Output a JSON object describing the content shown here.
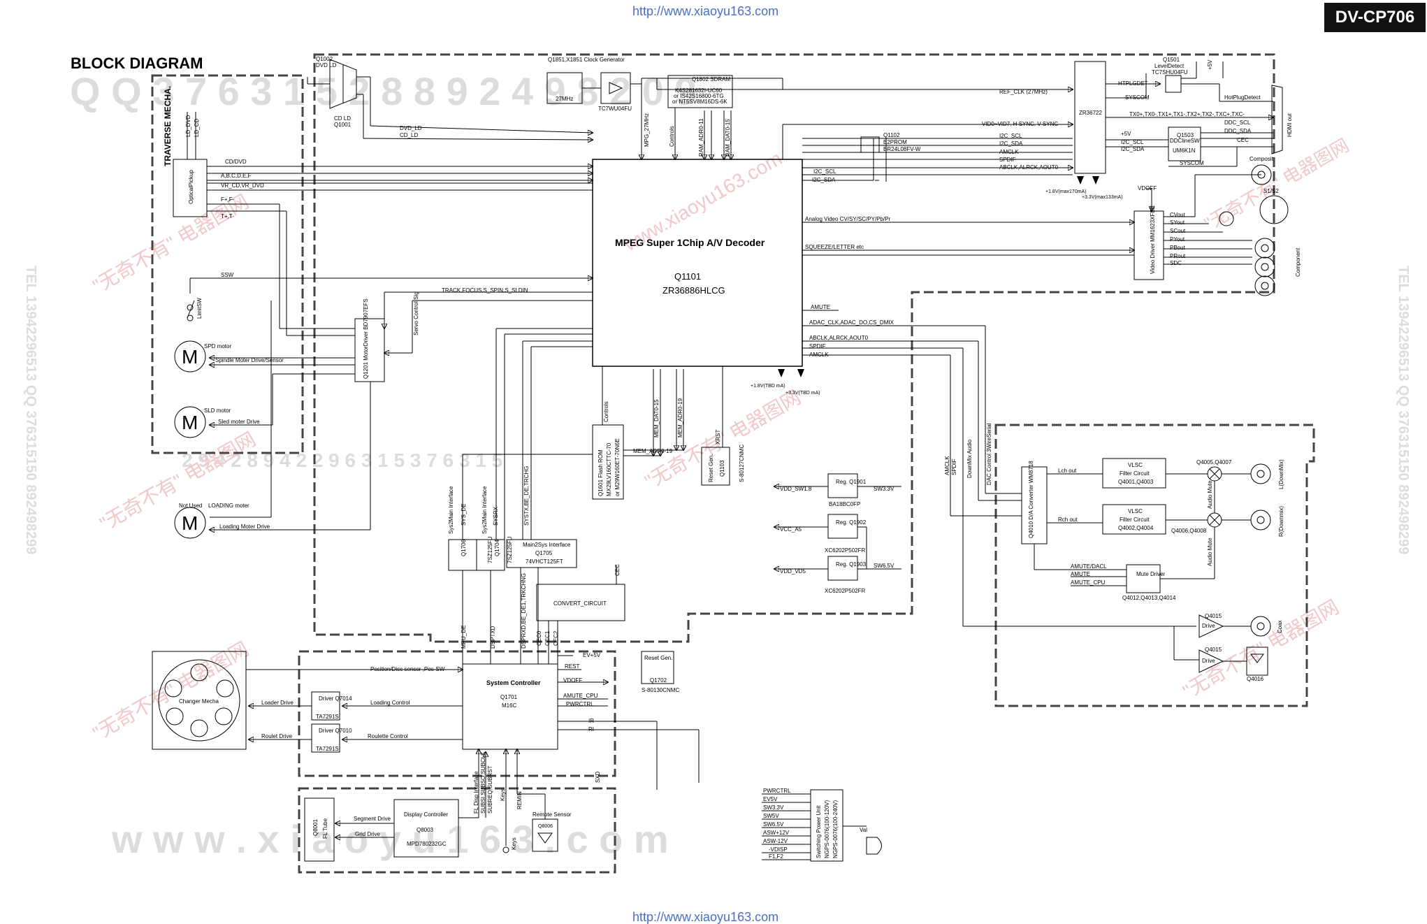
{
  "header": {
    "url_top": "http://www.xiaoyu163.com",
    "url_bottom": "http://www.xiaoyu163.com",
    "model": "DV-CP706",
    "title": "BLOCK DIAGRAM"
  },
  "watermark": {
    "row1": "Q Q 3 7 6 3 1 5 2 8 8 9 2 4 9 8 2 0 9",
    "row2": "2 9 4 2 8 9 4 2 2 9 6 3 1 5 3 7 6 3 1 5",
    "row3": "w w w . x i a o y u 1 6 3 . c o m",
    "cn1": "\"无奇不有\" 电器图网",
    "cn2": "www.xiaoyu163.com",
    "side_left": "TEL 13942296513 QQ 376315150 892498299",
    "side_right": "TEL 13942296513 QQ 376315150 892498299"
  },
  "sections": {
    "traverse": "TRAVERSE MECHA.",
    "changer": "Changer Mecha"
  },
  "main_chip": {
    "title": "MPEG Super 1Chip A/V Decoder",
    "ref": "Q1101",
    "part": "ZR36886HLCG"
  },
  "labels": {
    "q1002": "Q1002",
    "dvd_ld": "DVD LD",
    "cd_ld": "CD LD",
    "q1001": "Q1001",
    "ld_dvd": "LD_DVD",
    "ld_cd": "LD_CD",
    "cd_dvd": "CD/DVD",
    "abcdef": "A,B,C,D,E,F",
    "vr": "VR_CD,VR_DVD",
    "ff": "F+,F-",
    "tt": "T+,T-",
    "optical_pickup": "OpticalPickup",
    "dvd_ld_line": "DVD_LD",
    "cd_ld_line": "CD_LD",
    "ssw": "SSW",
    "limit_sw": "LimitSW",
    "spd_motor": "SPD motor",
    "spindle_drive": "Spindle Moter Drive/Sensor",
    "sld_motor": "SLD motor",
    "sled_drive": "Sled moter Drive",
    "not_used": "Not Used",
    "loading_motor": "LOADING moter",
    "loading_drive": "Loading Moter Drive",
    "track": "TRACK,FOCUS,S_SPIN,S_SLDIN",
    "servo_control": "Servo Control Sig",
    "q1201": "Q1201 MotorDriver BD7907EFS",
    "clock_gen": "Q1851,X1851 Clock Generator",
    "mhz27": "27MHz",
    "tc7wu": "TC7WU04FU",
    "q1802": "Q1802 SDRAM",
    "sdram1": "K4S281632I-UC60",
    "sdram2": "or IS42S16800-6TG",
    "sdram3": "or NT5SV8M16DS-6K",
    "mpg27": "MPG_27MHz",
    "controls": "Controls",
    "ram_adr": "RAM_ADR0-11",
    "ram_dat": "RAM_DAT0-15",
    "q1102": "Q1102",
    "e2prom": "E2PROM",
    "br24": "BR24L08FV-W",
    "ref_clk": "REF_CLK (27MHz)",
    "vid": "VID0~VID7, H SYNC, V SYNC",
    "i2c_scl": "I2C_SCL",
    "i2c_sda": "I2C_SDA",
    "amclk": "AMCLK",
    "spdif": "SPDIF",
    "abclk": "ABCLK,ALRCK,AOUT0",
    "zr36722": "ZR36722",
    "htplgdet": "HTPLGDET",
    "syscom": "SYSCOM",
    "q1501": "Q1501",
    "level_detect": "LevelDetect",
    "tc7shu": "TC7SHU04FU",
    "plus5v": "+5V",
    "hotplug": "HotPlugDetect",
    "tmds": "TX0+,TX0-,TX1+,TX1-,TX2+,TX2-,TXC+,TXC-",
    "ddc_scl": "DDC_SCL",
    "ddc_sda": "DDC_SDA",
    "cec": "CEC",
    "q1503": "Q1503",
    "ddcline": "DDClineSW",
    "um6k1n": "UM6K1N",
    "hdmi_out": "HDMI out",
    "plus1v8_170": "+1.8V(max170mA)",
    "plus3v3_133": "+3.3V(max133mA)",
    "analog_video": "Analog Video CV/SY/SC/PY/Pb/Pr",
    "squeeze": "SQUEEZE/LETTER etc",
    "vdoff": "VDOFF",
    "video_driver": "Video Driver MM1623XFBE",
    "cvout": "CVout",
    "syout": "SYout",
    "scout": "SCout",
    "pyout": "PYout",
    "pbout": "PBout",
    "prout": "PRout",
    "sdc": "SDC",
    "composit": "Composit",
    "s1s2": "S1/S2",
    "component": "Component",
    "amute": "AMUTE",
    "adac": "ADAC_CLK,ADAC_DO,CS_DMIX",
    "abclk2": "ABCLK,ALRCK,AOUT0",
    "spdif2": "SPDIF",
    "amclk2": "AMCLK",
    "plus1v8_tbd": "+1.8V(TBD mA)",
    "plus3v3_tbd": "+3.3V(TBD mA)",
    "controls2": "Controls",
    "mem_dat": "MEM_DAT0-15",
    "mem_adr": "MEM_ADR0-19",
    "mem_adr2": "MEM_ADR0-19",
    "xrst": "XRST",
    "flash": "Q1601 Flash ROM",
    "flash2": "MX29LV160CTTC-70",
    "flash3": "or M29W160ET-70N6E",
    "reset_gen": "Reset Gen.",
    "q1103": "Q1103",
    "s80127": "S-80127CNMC",
    "q1901": "Reg. Q1901",
    "ba18": "BA18BC0FP",
    "vdd_sw18": "VDD_SW1.8",
    "sw33": "SW3.3V",
    "q1902": "Reg. Q1902",
    "xc6202": "XC6202P502FR",
    "vcc_a5": "VCC_A5",
    "q1903": "Reg. Q1903",
    "xc6202b": "XC6202P502FR",
    "vdd_vd5": "VDD_VD5",
    "sw65": "SW6.5V",
    "amclk_v": "AMCLK",
    "spdif_v": "SPDIF",
    "downmix": "DownMix Audio",
    "dac_ctrl": "DAC Control 3WireSerial",
    "q4010": "Q4010 D/A Converter WM8718",
    "lch_out": "Lch out",
    "rch_out": "Rch out",
    "vlsc1": "VLSC",
    "filter1": "Filter Circuit",
    "q4001": "Q4001,Q4003",
    "vlsc2": "VLSC",
    "filter2": "Filter Circuit",
    "q4002": "Q4002,Q4004",
    "q4005": "Q4005,Q4007",
    "q4006": "Q4006,Q4008",
    "audio_mute": "Audio Mute",
    "audio_mute2": "Audio Mute",
    "l_downmix": "L(DownMix)",
    "r_downmix": "R(Downmix)",
    "amute_dacl": "AMUTE/DACL",
    "amute2": "AMUTE",
    "amute_cpu": "AMUTE_CPU",
    "mute_driver": "Mute Driver",
    "q4012": "Q4012,Q4013,Q4014",
    "q4015a": "Q4015",
    "drive1": "Drive",
    "coax": "Coax",
    "q4015b": "Q4015",
    "drive2": "Drive",
    "q4016": "Q4016",
    "sys2main": "Sys2Main Interface",
    "sys_de": "SYS_DE",
    "sys2main2": "Sys2Main Interface",
    "sysrx": "SYSRX",
    "systx": "SYSTX,BE_DE,TRCHG",
    "main2sys": "Main2Sys Interface",
    "q1705": "Q1705",
    "hct125": "74VHCT125FT",
    "q1706": "Q1706",
    "tc7sz1": "7SZ125FU",
    "q1704": "Q1704",
    "tc7sz2": "7SZ125FU",
    "cec_line": "CEC",
    "convert": "CONVERT_CIRCUIT",
    "mpu_de": "MPU_DE",
    "dsptxd": "DSPTXD",
    "dsprxd": "DSPRXD,BE_DE1,TRKCHNG",
    "cec0": "CEC0",
    "cec1": "CEC1",
    "cec2": "CEC2",
    "ev5v": "EV+5V",
    "rest": "REST",
    "reset_gen2": "Reset Gen.",
    "q1702": "Q1702",
    "s80130": "S-80130CNMC",
    "sys_ctrl": "System Controller",
    "q1701": "Q1701",
    "m16c": "M16C",
    "vdoff2": "VDOFF",
    "amute_cpu2": "AMUTE_CPU",
    "pwrctrl": "PWRCTRL",
    "ir": "IR",
    "ri": "RI",
    "sxd": "SXD",
    "pos_disc": "Position/Disc sensor ,Pos-SW",
    "driver_q7014": "Driver Q7014",
    "ta7291a": "TA7291S",
    "loader_drive": "Loader Drive",
    "loading_control": "Loading Control",
    "driver_q7010": "Driver Q7010",
    "ta7291b": "TA7291S",
    "roulet_drive": "Roulet Drive",
    "roulette_control": "Roulette Control",
    "fl_disp": "FL Disp Interface",
    "subsi": "SUBSI,SUBSO,SUBCLK",
    "subreq": "SUBREQ,SUBRST",
    "keys": "Keys",
    "remin": "REMIN",
    "remote": "Remote Sensor",
    "q8006": "Q8006",
    "keys2": "Keys",
    "q8001": "Q8001",
    "fl_tube": "FL Tube",
    "segment": "Segment Drive",
    "grid": "Grid Drive",
    "display_ctrl": "Display Controller",
    "q8003": "Q8003",
    "mpd": "MPD780232GC",
    "pwrctrl2": "PWRCTRL",
    "ev5v2": "EV5V",
    "sw33b": "SW3.3V",
    "sw5v": "SW5V",
    "sw65b": "SW6.5V",
    "asw12p": "ASW+12V",
    "asw12m": "ASW-12V",
    "vdisp": "-VDISP",
    "f1f2": "F1,F2",
    "spu": "Switching Power Unit",
    "ngps1": "NGPS-0076(100-120V)",
    "ngps2": "NGPS-0076(100-240V)",
    "val": "Val"
  }
}
